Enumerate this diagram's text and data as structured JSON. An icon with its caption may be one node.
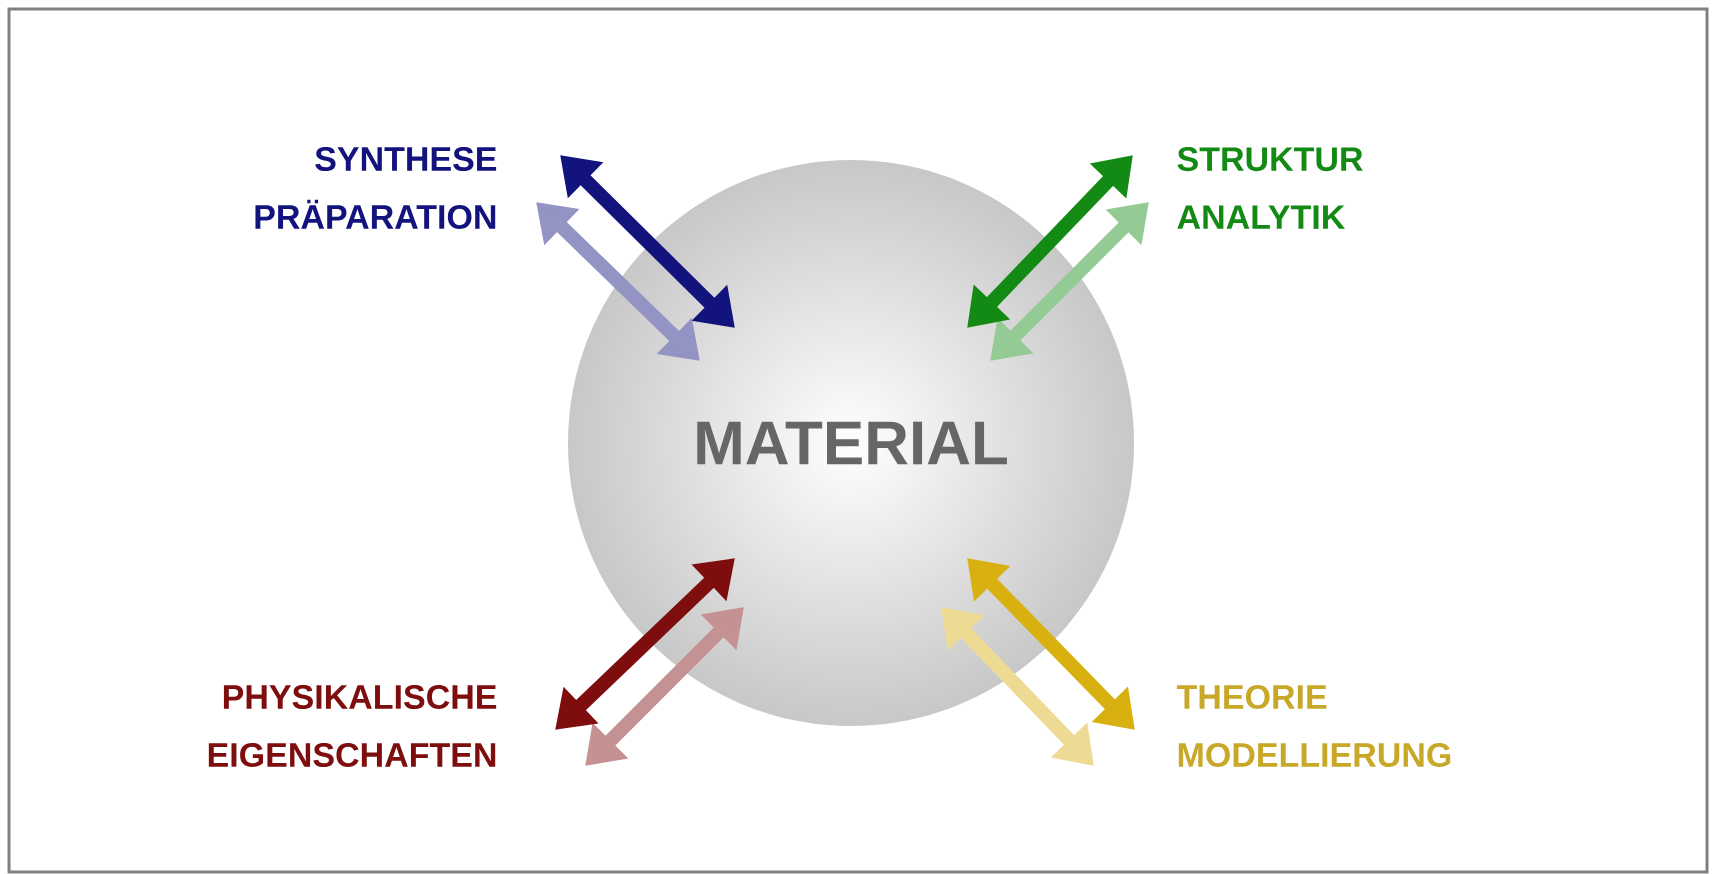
{
  "diagram": {
    "nodes": [
      {
        "text": [
          "MATERIAL"
        ]
      },
      {
        "text": [
          "SYNTHESE PRÄPARATION"
        ]
      },
      {
        "text": [
          "STRUKTUR ANALYTIK"
        ]
      },
      {
        "text": [
          "PHYSIKALISCHE EIGENSCHAFTEN"
        ]
      },
      {
        "text": [
          "THEORIE MODELLIERUNG"
        ]
      }
    ],
    "edges": [
      {
        "from": 1,
        "to": 0,
        "arrow": "both",
        "color": "#13137e"
      },
      {
        "from": 2,
        "to": 0,
        "arrow": "both",
        "color": "#138a13"
      },
      {
        "from": 3,
        "to": 0,
        "arrow": "both",
        "color": "#7e0d0d"
      },
      {
        "from": 4,
        "to": 0,
        "arrow": "both",
        "color": "#d8b010"
      }
    ]
  }
}
